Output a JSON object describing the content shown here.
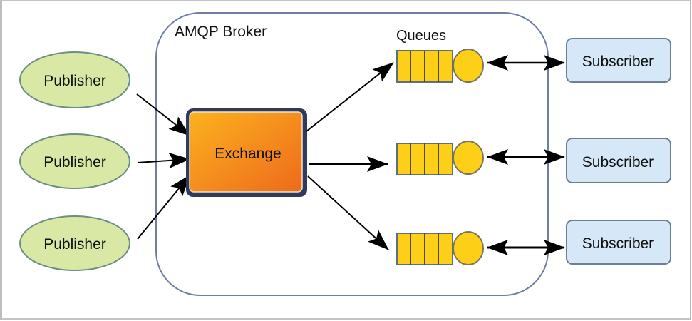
{
  "diagram": {
    "broker": {
      "label": "AMQP Broker"
    },
    "queues_label": "Queues",
    "exchange": {
      "label": "Exchange"
    },
    "publishers": [
      {
        "label": "Publisher"
      },
      {
        "label": "Publisher"
      },
      {
        "label": "Publisher"
      }
    ],
    "queues": [
      {
        "slots": 4
      },
      {
        "slots": 4
      },
      {
        "slots": 4
      }
    ],
    "subscribers": [
      {
        "label": "Subscriber"
      },
      {
        "label": "Subscriber"
      },
      {
        "label": "Subscriber"
      }
    ],
    "edges": [
      {
        "from": "publisher-1",
        "to": "exchange",
        "type": "directed"
      },
      {
        "from": "publisher-2",
        "to": "exchange",
        "type": "directed"
      },
      {
        "from": "publisher-3",
        "to": "exchange",
        "type": "directed"
      },
      {
        "from": "exchange",
        "to": "queue-1",
        "type": "directed"
      },
      {
        "from": "exchange",
        "to": "queue-2",
        "type": "directed"
      },
      {
        "from": "exchange",
        "to": "queue-3",
        "type": "directed"
      },
      {
        "from": "queue-1",
        "to": "subscriber-1",
        "type": "bidirectional"
      },
      {
        "from": "queue-2",
        "to": "subscriber-2",
        "type": "bidirectional"
      },
      {
        "from": "queue-3",
        "to": "subscriber-3",
        "type": "bidirectional"
      }
    ],
    "colors": {
      "publisher_fill": "#d9e8a4",
      "publisher_stroke": "#6f8e83",
      "exchange_fill_start": "#f9a825",
      "exchange_fill_end": "#ef6c1a",
      "exchange_border": "#2f3b5c",
      "queue_fill": "#fdd017",
      "queue_stroke": "#5a7080",
      "subscriber_fill": "#d6e7f7",
      "subscriber_stroke": "#6b8096",
      "broker_stroke": "#6c7fa0"
    }
  }
}
